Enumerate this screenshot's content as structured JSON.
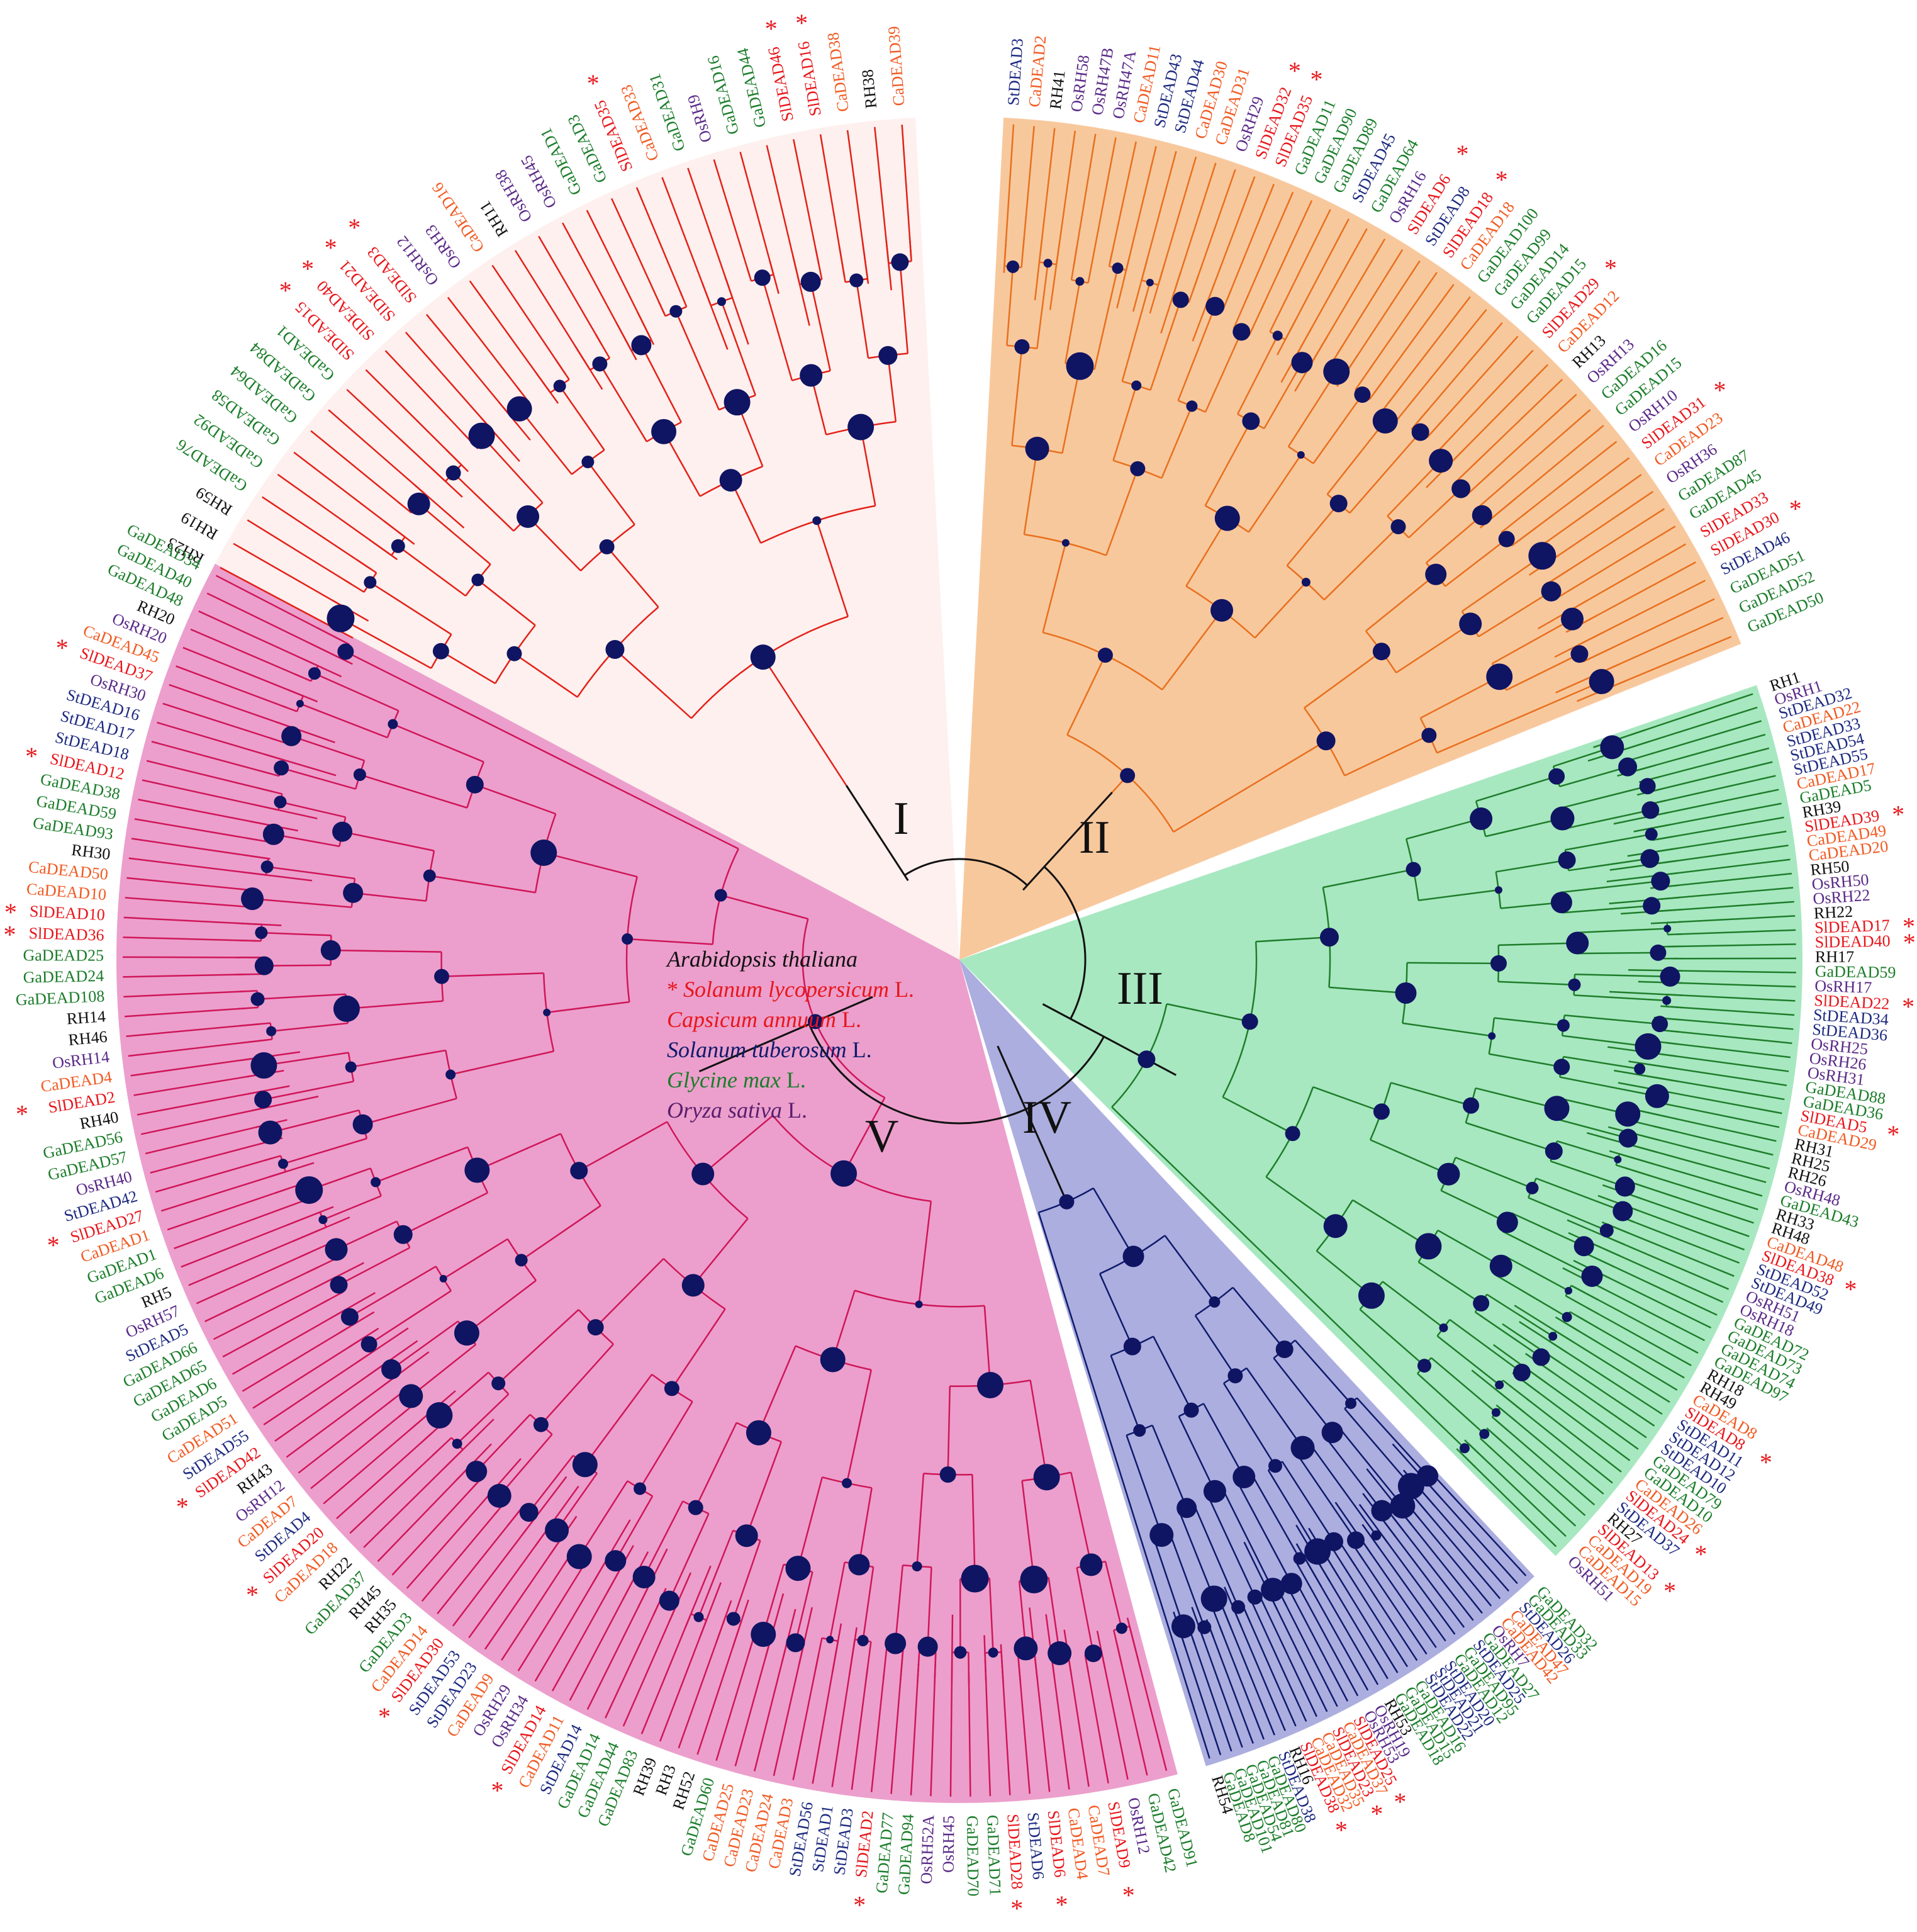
{
  "figure": {
    "clades": [
      {
        "id": "I",
        "label": "I",
        "color": "#fdf0ee",
        "branch": "#e32119"
      },
      {
        "id": "II",
        "label": "II",
        "color": "#f8c89d",
        "branch": "#e8701e"
      },
      {
        "id": "III",
        "label": "III",
        "color": "#a7e8c0",
        "branch": "#1f7d2b"
      },
      {
        "id": "IV",
        "label": "IV",
        "color": "#acaedf",
        "branch": "#0e1a6c"
      },
      {
        "id": "V",
        "label": "V",
        "color": "#ec9fcc",
        "branch": "#cf1659"
      }
    ],
    "legend": [
      {
        "species": "Arabidopsis thaliana",
        "suffix": "",
        "color": "#111111",
        "asterisk": false
      },
      {
        "species": "Solanum lycopersicum",
        "suffix": "L.",
        "color": "#e8161b",
        "asterisk": true
      },
      {
        "species": "Capsicum annuum",
        "suffix": "L.",
        "color": "#e8161b",
        "asterisk": false
      },
      {
        "species": "Solanum tuberosum",
        "suffix": "L.",
        "color": "#0e1a6c",
        "asterisk": false
      },
      {
        "species": "Glycine max",
        "suffix": "L.",
        "color": "#1b7d2a",
        "asterisk": false
      },
      {
        "species": "Oryza sativa",
        "suffix": "L.",
        "color": "#5a1e6e",
        "asterisk": false
      }
    ],
    "species_colors": {
      "Sl": "#e8161b",
      "Ca": "#f15a22",
      "St": "#1d2a80",
      "Ga": "#1b7d2a",
      "Os": "#5a2a88",
      "RH": "#111111"
    },
    "leaves": {
      "I": [
        "RH23",
        "RH19",
        "RH59",
        "GaDEAD76",
        "GaDEAD92",
        "GaDEAD58",
        "GaDEAD64",
        "GaDEAD84",
        "GaDEAD1",
        "SlDEAD15",
        "SlDEAD40",
        "SlDEAD21",
        "SlDEAD3",
        "OsRH12",
        "OsRH3",
        "CaDEAD16",
        "RH11",
        "OsRH38",
        "OsRH45",
        "GaDEAD1",
        "GaDEAD3",
        "SlDEAD35",
        "CaDEAD33",
        "GaDEAD31",
        "OsRH9",
        "GaDEAD16",
        "GaDEAD44",
        "SlDEAD46",
        "SlDEAD16",
        "CaDEAD38",
        "RH38",
        "CaDEAD39"
      ],
      "II": [
        "StDEAD3",
        "CaDEAD2",
        "RH41",
        "OsRH58",
        "OsRH47B",
        "OsRH47A",
        "CaDEAD11",
        "StDEAD43",
        "StDEAD44",
        "CaDEAD30",
        "CaDEAD31",
        "OsRH29",
        "SlDEAD32",
        "SlDEAD35",
        "GaDEAD11",
        "GaDEAD90",
        "GaDEAD89",
        "StDEAD45",
        "GaDEAD64",
        "OsRH16",
        "SlDEAD6",
        "StDEAD8",
        "SlDEAD18",
        "CaDEAD18",
        "GaDEAD100",
        "GaDEAD99",
        "GaDEAD14",
        "GaDEAD15",
        "SlDEAD29",
        "CaDEAD12",
        "RH13",
        "OsRH13",
        "GaDEAD16",
        "GaDEAD15",
        "OsRH10",
        "SlDEAD31",
        "CaDEAD23",
        "OsRH36",
        "GaDEAD87",
        "GaDEAD45",
        "SlDEAD33",
        "SlDEAD30",
        "StDEAD46",
        "GaDEAD51",
        "GaDEAD52",
        "GaDEAD50"
      ],
      "III": [
        "RH1",
        "OsRH1",
        "StDEAD32",
        "CaDEAD22",
        "StDEAD33",
        "StDEAD54",
        "StDEAD55",
        "CaDEAD17",
        "GaDEAD5",
        "RH39",
        "SlDEAD39",
        "CaDEAD49",
        "CaDEAD20",
        "RH50",
        "OsRH50",
        "OsRH22",
        "RH22",
        "SlDEAD17",
        "SlDEAD40",
        "RH17",
        "GaDEAD59",
        "OsRH17",
        "SlDEAD22",
        "StDEAD34",
        "StDEAD36",
        "OsRH25",
        "OsRH26",
        "OsRH31",
        "GaDEAD88",
        "GaDEAD36",
        "SlDEAD5",
        "CaDEAD29",
        "RH31",
        "RH25",
        "RH26",
        "OsRH48",
        "GaDEAD43",
        "RH33",
        "RH48",
        "CaDEAD48",
        "SlDEAD38",
        "StDEAD52",
        "StDEAD49",
        "OsRH51",
        "OsRH18",
        "GaDEAD72",
        "GaDEAD73",
        "GaDEAD74",
        "GaDEAD97",
        "RH18",
        "RH49",
        "CaDEAD8",
        "SlDEAD8",
        "StDEAD11",
        "StDEAD12",
        "StDEAD10",
        "GaDEAD79",
        "GaDEAD10",
        "CaDEAD26",
        "SlDEAD24",
        "StDEAD37",
        "RH27",
        "SlDEAD13",
        "CaDEAD19",
        "CaDEAD15",
        "OsRH51"
      ],
      "IV": [
        "GaDEAD32",
        "GaDEAD33",
        "StDEAD26",
        "CaDEAD47",
        "CaDEAD42",
        "OsRH7",
        "GaDEAD27",
        "StDEAD25",
        "GaDEAD95",
        "GaDEAD12",
        "StDEAD20",
        "StDEAD21",
        "StDEAD22",
        "GaDEAD16",
        "GaDEAD15",
        "GaDEAD18",
        "RH53",
        "OsRH19",
        "OsRH53",
        "SlDEAD25",
        "CaDEAD37",
        "SlDEAD23",
        "CaDEAD35",
        "CaDEAD32",
        "SlDEAD38",
        "RH16",
        "StDEAD38",
        "GaDEAD80",
        "GaDEAD81",
        "GaDEAD54",
        "GaDEAD101",
        "GaDEAD8",
        "RH54"
      ],
      "V": [
        "GaDEAD91",
        "GaDEAD42",
        "OsRH12",
        "SlDEAD9",
        "CaDEAD7",
        "CaDEAD4",
        "SlDEAD6",
        "StDEAD6",
        "SlDEAD28",
        "GaDEAD71",
        "GaDEAD70",
        "OsRH45",
        "OsRH52A",
        "GaDEAD94",
        "GaDEAD77",
        "SlDEAD2",
        "StDEAD3",
        "StDEAD1",
        "StDEAD56",
        "CaDEAD3",
        "CaDEAD24",
        "CaDEAD23",
        "CaDEAD25",
        "GaDEAD60",
        "RH52",
        "RH3",
        "RH39",
        "GaDEAD83",
        "GaDEAD44",
        "GaDEAD14",
        "StDEAD14",
        "CaDEAD11",
        "SlDEAD14",
        "OsRH34",
        "OsRH29",
        "CaDEAD9",
        "StDEAD23",
        "StDEAD53",
        "SlDEAD30",
        "CaDEAD14",
        "GaDEAD3",
        "RH35",
        "RH45",
        "GaDEAD37",
        "RH22",
        "CaDEAD18",
        "SlDEAD20",
        "StDEAD4",
        "CaDEAD7",
        "OsRH12",
        "RH43",
        "SlDEAD42",
        "StDEAD55",
        "CaDEAD51",
        "GaDEAD5",
        "GaDEAD6",
        "GaDEAD65",
        "GaDEAD66",
        "StDEAD5",
        "OsRH57",
        "RH5",
        "GaDEAD6",
        "GaDEAD1",
        "CaDEAD1",
        "SlDEAD27",
        "StDEAD42",
        "OsRH40",
        "GaDEAD57",
        "GaDEAD56",
        "RH40",
        "SlDEAD2",
        "CaDEAD4",
        "OsRH14",
        "RH46",
        "RH14",
        "GaDEAD108",
        "GaDEAD24",
        "GaDEAD25",
        "SlDEAD36",
        "SlDEAD10",
        "CaDEAD10",
        "CaDEAD50",
        "RH30",
        "GaDEAD93",
        "GaDEAD59",
        "GaDEAD38",
        "SlDEAD12",
        "StDEAD18",
        "StDEAD17",
        "StDEAD16",
        "OsRH30",
        "SlDEAD37",
        "CaDEAD45",
        "OsRH20",
        "RH20",
        "GaDEAD48",
        "GaDEAD40",
        "GaDEAD34"
      ]
    },
    "starred": [
      "SlDEAD15",
      "SlDEAD40",
      "SlDEAD21",
      "SlDEAD3",
      "SlDEAD35",
      "SlDEAD46",
      "SlDEAD16",
      "SlDEAD32",
      "SlDEAD6",
      "SlDEAD18",
      "SlDEAD29",
      "SlDEAD31",
      "SlDEAD30",
      "SlDEAD39",
      "SlDEAD17",
      "SlDEAD22",
      "SlDEAD5",
      "SlDEAD38",
      "SlDEAD8",
      "SlDEAD24",
      "SlDEAD13",
      "SlDEAD25",
      "SlDEAD23",
      "SlDEAD9",
      "SlDEAD28",
      "SlDEAD2",
      "SlDEAD14",
      "SlDEAD20",
      "SlDEAD42",
      "SlDEAD27",
      "SlDEAD36",
      "SlDEAD10",
      "SlDEAD12",
      "SlDEAD37"
    ]
  }
}
